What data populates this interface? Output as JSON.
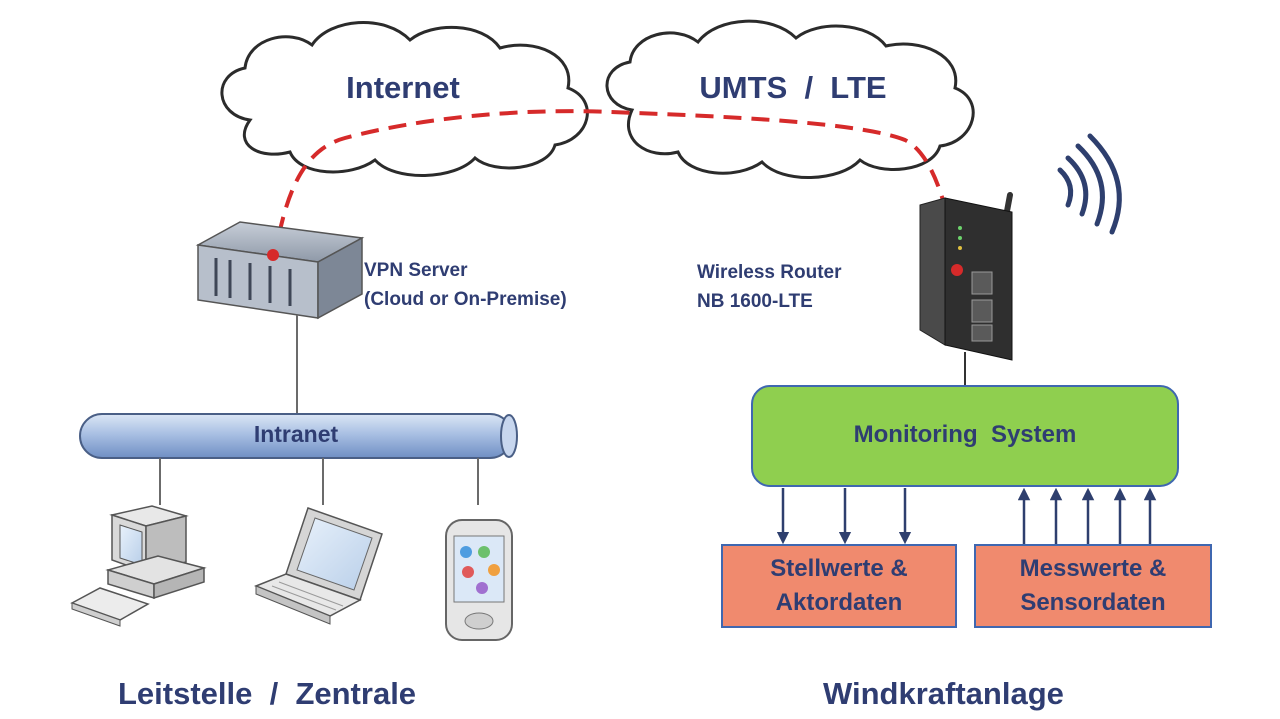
{
  "clouds": {
    "internet": "Internet",
    "umts_lte": "UMTS  /  LTE"
  },
  "vpn_server": {
    "line1": "VPN Server",
    "line2": "(Cloud or On-Premise)"
  },
  "router": {
    "line1": "Wireless Router",
    "line2": "NB 1600-LTE"
  },
  "intranet": "Intranet",
  "monitoring": "Monitoring  System",
  "stellwerte": {
    "line1": "Stellwerte &",
    "line2": "Aktordaten"
  },
  "messwerte": {
    "line1": "Messwerte &",
    "line2": "Sensordaten"
  },
  "titles": {
    "left": "Leitstelle  /  Zentrale",
    "right": "Windkraftanlage"
  },
  "colors": {
    "text": "#2f3d72",
    "vpn_link": "#d62a2a",
    "monitoring_fill": "#8fcf4f",
    "data_box_fill": "#f08a6e",
    "box_border": "#3f67b0",
    "intranet_fill": "#9fb6dc"
  }
}
